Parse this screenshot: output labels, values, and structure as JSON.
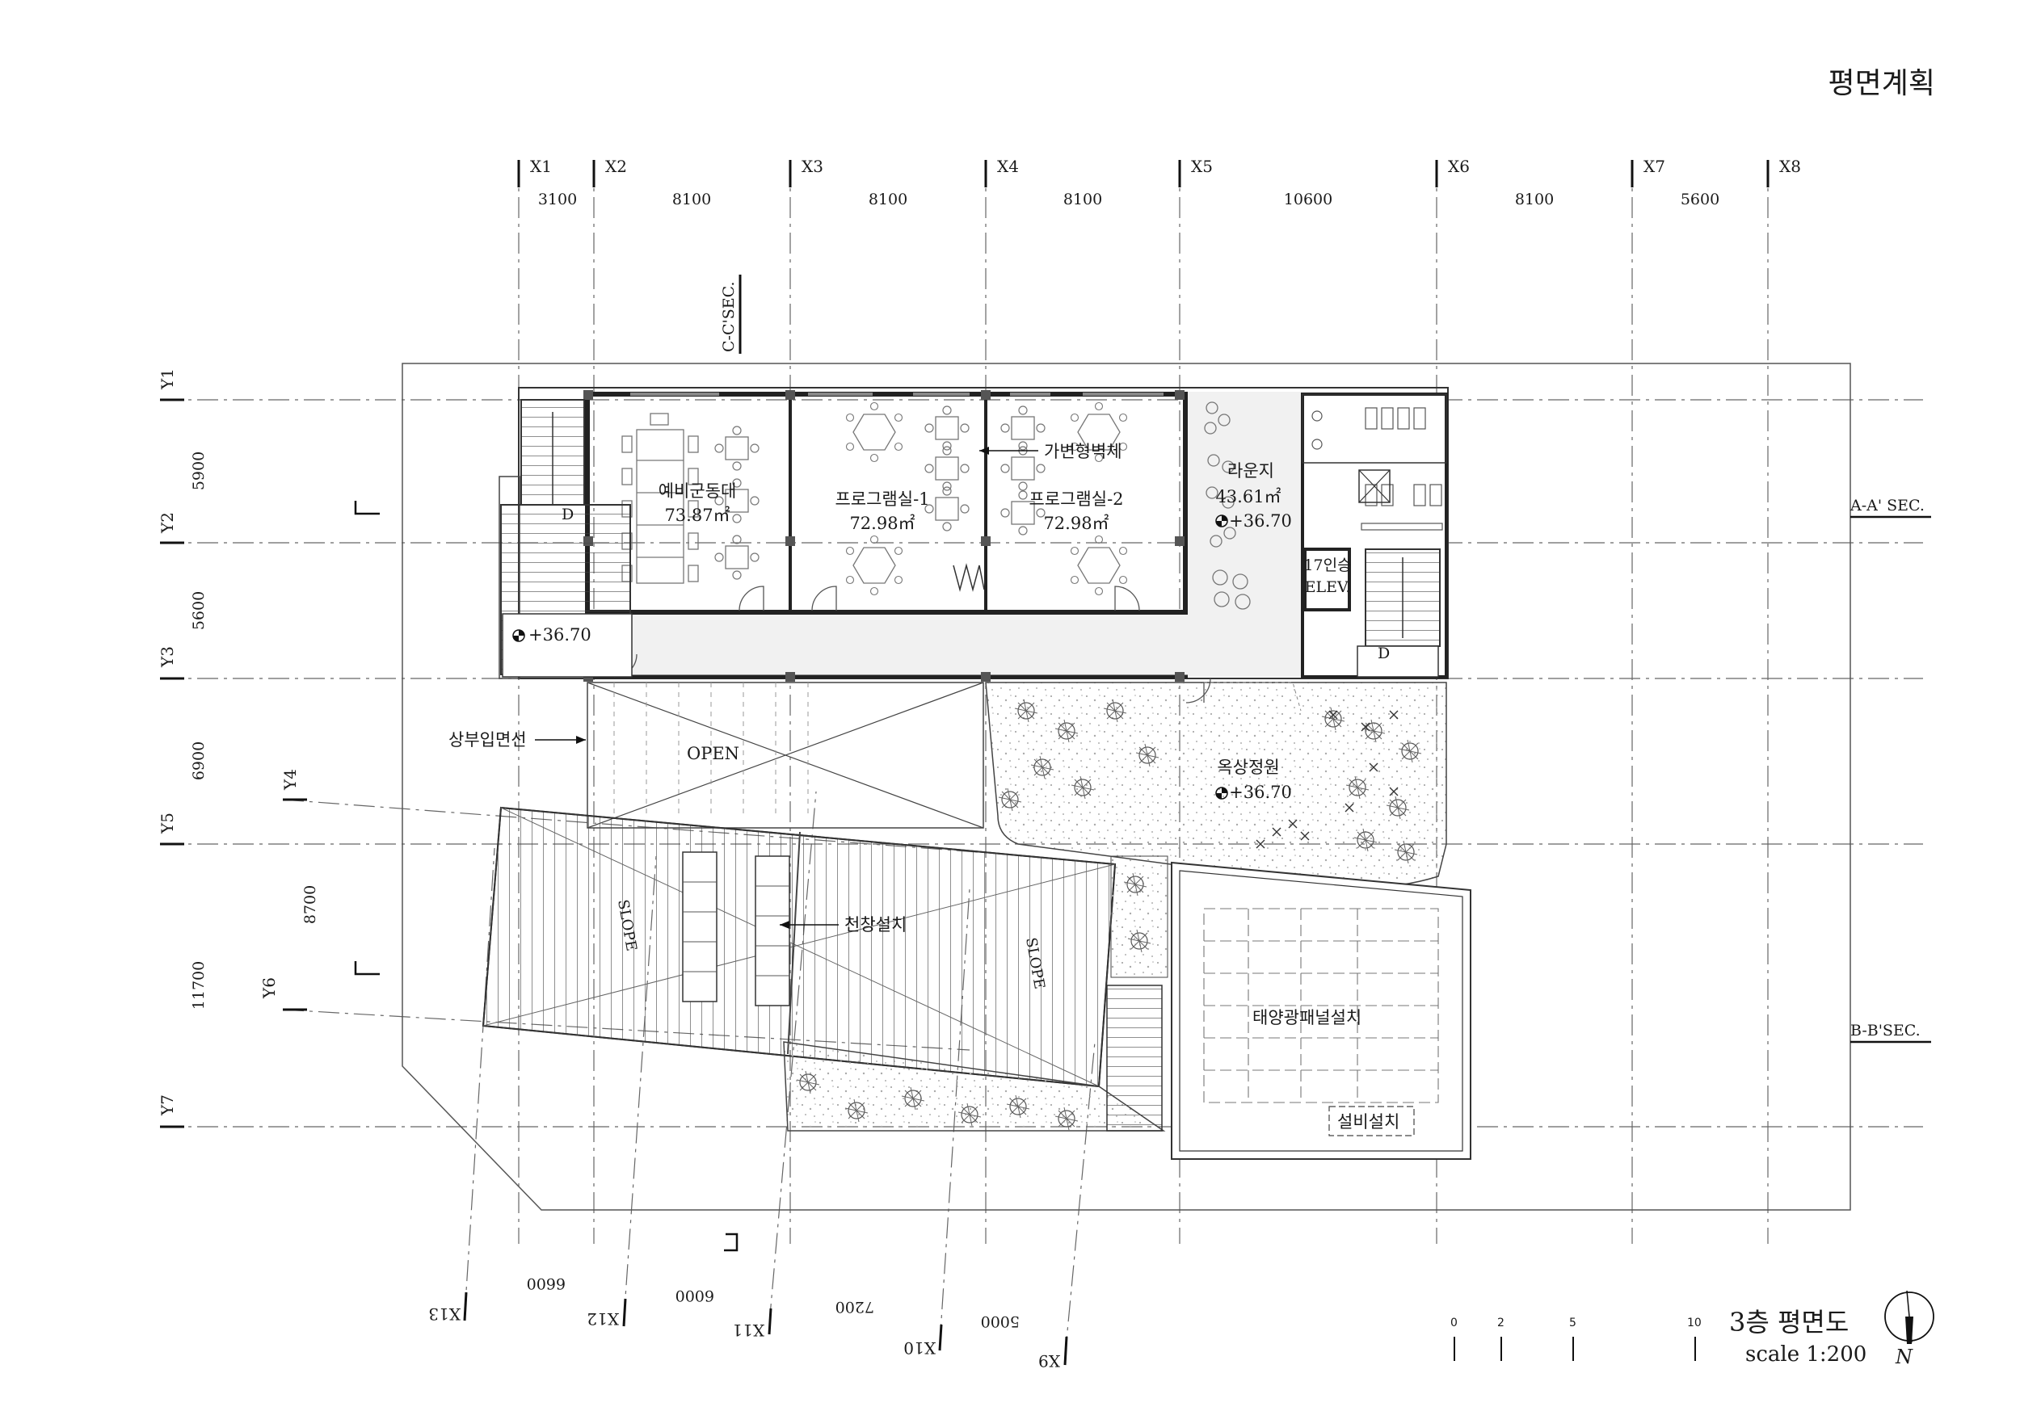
{
  "page_title": "평면계획",
  "grid": {
    "x_axes": [
      "X1",
      "X2",
      "X3",
      "X4",
      "X5",
      "X6",
      "X7",
      "X8"
    ],
    "x_spacings": [
      "3100",
      "8100",
      "8100",
      "8100",
      "10600",
      "8100",
      "5600"
    ],
    "y_axes": [
      "Y1",
      "Y2",
      "Y3",
      "Y4",
      "Y5",
      "Y6",
      "Y7"
    ],
    "y_spacings_inner": [
      "5900",
      "5600",
      "6900",
      "8700"
    ],
    "y_spacing_outer": "11700",
    "skew_axes": [
      "X13",
      "X12",
      "X11",
      "X10",
      "X9"
    ],
    "skew_spacings": [
      "6600",
      "6000",
      "7200",
      "5000"
    ]
  },
  "sections": {
    "cc": "C-C'SEC.",
    "aa": "A-A' SEC.",
    "bb": "B-B'SEC."
  },
  "rooms": {
    "reserve": {
      "name": "예비군동대",
      "area": "73.87㎡"
    },
    "program1": {
      "name": "프로그램실-1",
      "area": "72.98㎡"
    },
    "program2": {
      "name": "프로그램실-2",
      "area": "72.98㎡"
    },
    "lounge": {
      "name": "라운지",
      "area": "43.61㎡",
      "level": "+36.70"
    },
    "elevator": {
      "line1": "17인승",
      "line2": "ELEV."
    },
    "rooftop_garden": {
      "name": "옥상정원",
      "level": "+36.70"
    }
  },
  "labels": {
    "movable_wall": "가변형벽체",
    "stair_level": "+36.70",
    "upper_outline": "상부입면선",
    "open": "OPEN",
    "slope": "SLOPE",
    "skylight": "천창설치",
    "solar_panel": "태양광패널설치",
    "equipment": "설비설치",
    "door": "D"
  },
  "title_block": {
    "title": "3층 평면도",
    "scale": "scale 1:200",
    "scale_bar_ticks": [
      "0",
      "2",
      "5",
      "10"
    ],
    "north": "N"
  }
}
